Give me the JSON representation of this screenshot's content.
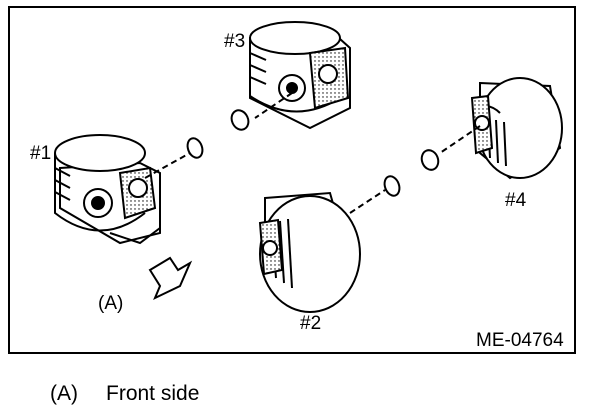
{
  "figure": {
    "labels": {
      "piston1": "#1",
      "piston2": "#2",
      "piston3": "#3",
      "piston4": "#4",
      "arrow": "(A)"
    },
    "code": "ME-04764"
  },
  "legend": {
    "key": "(A)",
    "text": "Front side"
  }
}
